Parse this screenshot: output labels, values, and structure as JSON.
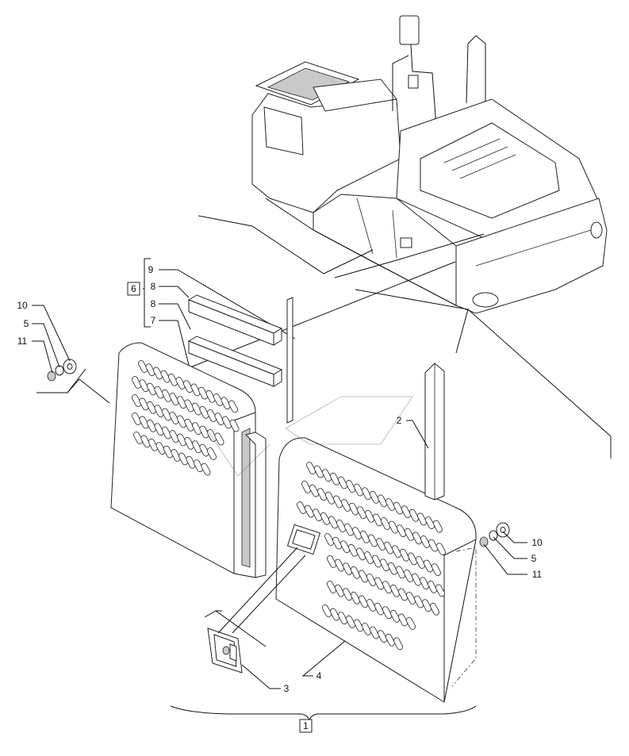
{
  "diagram": {
    "callouts": [
      {
        "id": "c9",
        "label": "9"
      },
      {
        "id": "c8a",
        "label": "8"
      },
      {
        "id": "c8b",
        "label": "8"
      },
      {
        "id": "c7",
        "label": "7"
      },
      {
        "id": "c6",
        "label": "6",
        "boxed": true
      },
      {
        "id": "c10l",
        "label": "10"
      },
      {
        "id": "c5l",
        "label": "5"
      },
      {
        "id": "c11l",
        "label": "11"
      },
      {
        "id": "c2",
        "label": "2"
      },
      {
        "id": "c10r",
        "label": "10"
      },
      {
        "id": "c5r",
        "label": "5"
      },
      {
        "id": "c11r",
        "label": "11"
      },
      {
        "id": "c4",
        "label": "4"
      },
      {
        "id": "c3",
        "label": "3"
      },
      {
        "id": "c1",
        "label": "1",
        "boxed": true
      }
    ],
    "colors": {
      "line": "#111111",
      "shade": "#c9c9c9",
      "background": "#ffffff"
    }
  }
}
